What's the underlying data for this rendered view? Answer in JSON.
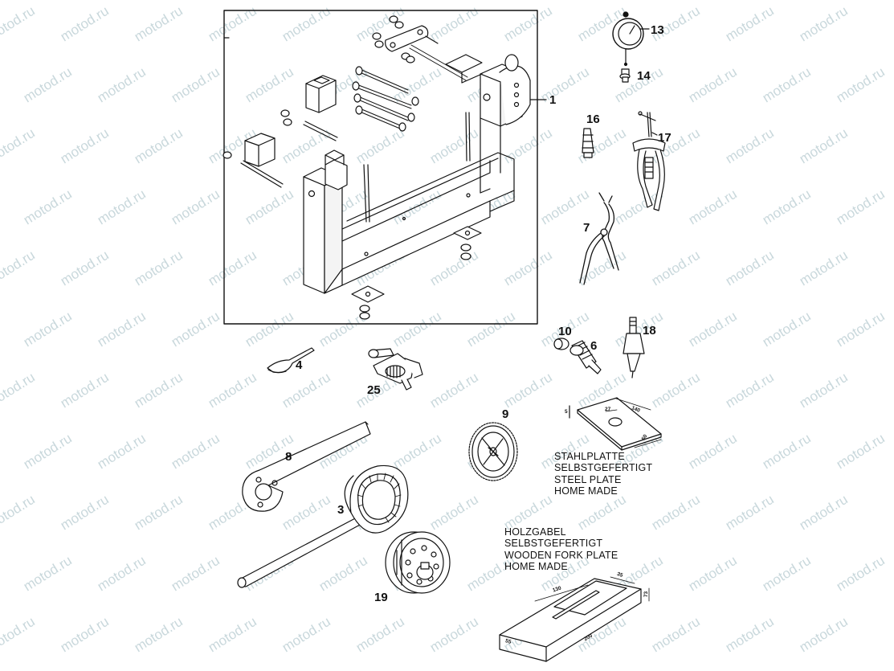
{
  "watermark": "motod.ru",
  "callouts": {
    "c1": "1",
    "c13": "13",
    "c14": "14",
    "c16": "16",
    "c17": "17",
    "c7": "7",
    "c10": "10",
    "c6": "6",
    "c18": "18",
    "c4": "4",
    "c25": "25",
    "c9": "9",
    "c8": "8",
    "c3": "3",
    "c19": "19"
  },
  "steel_plate": {
    "lines": [
      "STAHLPLATTE",
      "SELBSTGEFERTIGT",
      "STEEL PLATE",
      "HOME MADE"
    ],
    "dims": {
      "length": "140",
      "width": "50",
      "thickness": "5",
      "hole": "27"
    }
  },
  "wooden_plate": {
    "lines": [
      "HOLZGABEL",
      "SELBSTGEFERTIGT",
      "WOODEN FORK PLATE",
      "HOME MADE"
    ],
    "dims": {
      "slot": "130",
      "slot_width": "35",
      "height": "73",
      "length": "200",
      "width": "55"
    }
  },
  "colors": {
    "line": "#111111",
    "watermark": "#c9d8dc",
    "background": "#ffffff"
  }
}
